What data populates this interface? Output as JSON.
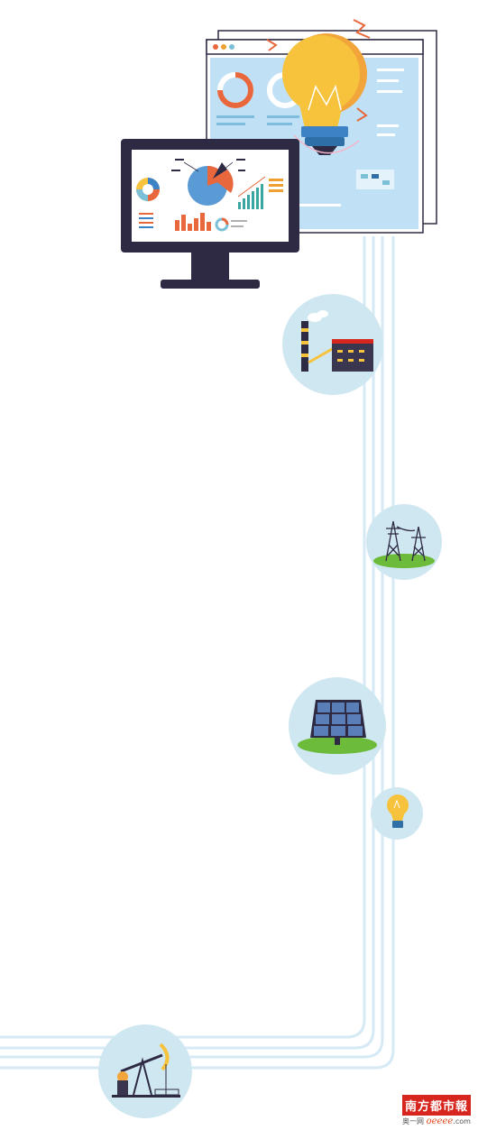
{
  "colors": {
    "navy": "#2f2a44",
    "circle_bg": "#cfe7f0",
    "light_blue": "#bfe0f5",
    "orange": "#e8673c",
    "bulb_yellow": "#f7c33d",
    "green": "#6dbb3a",
    "track": "#d6eaf6",
    "watermark_red": "#d7261e"
  },
  "illustrations": [
    {
      "name": "dashboard-browser-window",
      "icon": "browser-window-icon"
    },
    {
      "name": "light-bulb",
      "icon": "lightbulb-icon"
    },
    {
      "name": "data-monitor",
      "icon": "monitor-chart-icon"
    },
    {
      "name": "factory",
      "icon": "factory-icon"
    },
    {
      "name": "power-towers",
      "icon": "pylon-icon"
    },
    {
      "name": "solar-panel",
      "icon": "solar-panel-icon"
    },
    {
      "name": "small-bulb",
      "icon": "lightbulb-icon"
    },
    {
      "name": "oil-pump",
      "icon": "oil-pump-icon"
    }
  ],
  "watermark": {
    "brand": "南方都市報",
    "site_prefix": "奥一网",
    "site_domain": "oeeee",
    "site_suffix": ".com"
  }
}
